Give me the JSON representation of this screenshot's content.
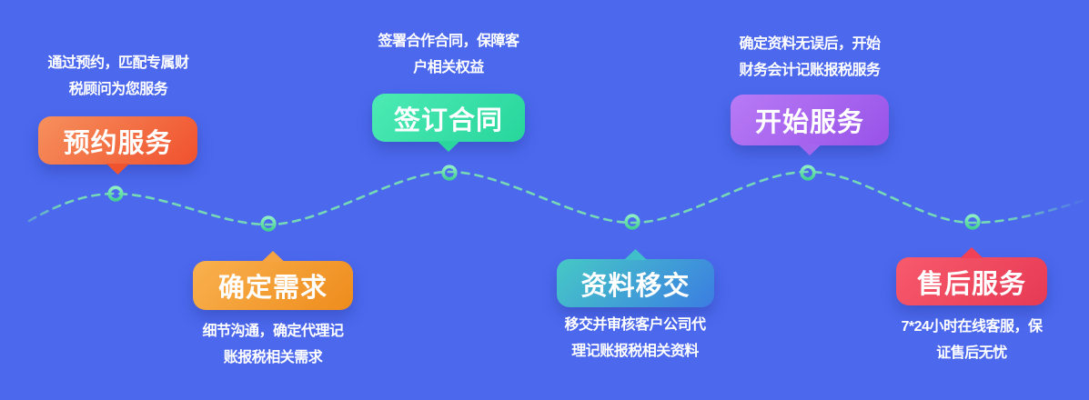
{
  "colors": {
    "background": "#4c69ee",
    "line": "#79e2b1",
    "ring_top": "#8feec4",
    "ring_bottom": "#45d193",
    "text": "#ffffff"
  },
  "steps": [
    {
      "label": "预约服务",
      "desc1": "通过预约，匹配专属财",
      "desc2": "税顾问为您服务",
      "position": "top",
      "gradient_start": "#f6905c",
      "gradient_end": "#f0512e",
      "tail_color": "#f0542f"
    },
    {
      "label": "确定需求",
      "desc1": "细节沟通，确定代理记",
      "desc2": "账报税相关需求",
      "position": "bottom",
      "gradient_start": "#f9b14f",
      "gradient_end": "#ee8c1c",
      "tail_color": "#f5a441"
    },
    {
      "label": "签订合同",
      "desc1": "签署合作合同，保障客",
      "desc2": "户相关权益",
      "position": "top",
      "gradient_start": "#4deab4",
      "gradient_end": "#27d69c",
      "tail_color": "#2bd79d"
    },
    {
      "label": "资料移交",
      "desc1": "移交并审核客户公司代",
      "desc2": "理记账报税相关资料",
      "position": "bottom",
      "gradient_start": "#46c9c6",
      "gradient_end": "#3b7de2",
      "tail_color": "#40bfca"
    },
    {
      "label": "开始服务",
      "desc1": "确定资料无误后，开始",
      "desc2": "财务会计记账报税服务",
      "position": "top",
      "gradient_start": "#b87af5",
      "gradient_end": "#9853e8",
      "tail_color": "#a566ee"
    },
    {
      "label": "售后服务",
      "desc1": "7*24小时在线客服，保",
      "desc2": "证售后无忧",
      "position": "bottom",
      "gradient_start": "#f85a6c",
      "gradient_end": "#e63a54",
      "tail_color": "#f24056"
    }
  ]
}
